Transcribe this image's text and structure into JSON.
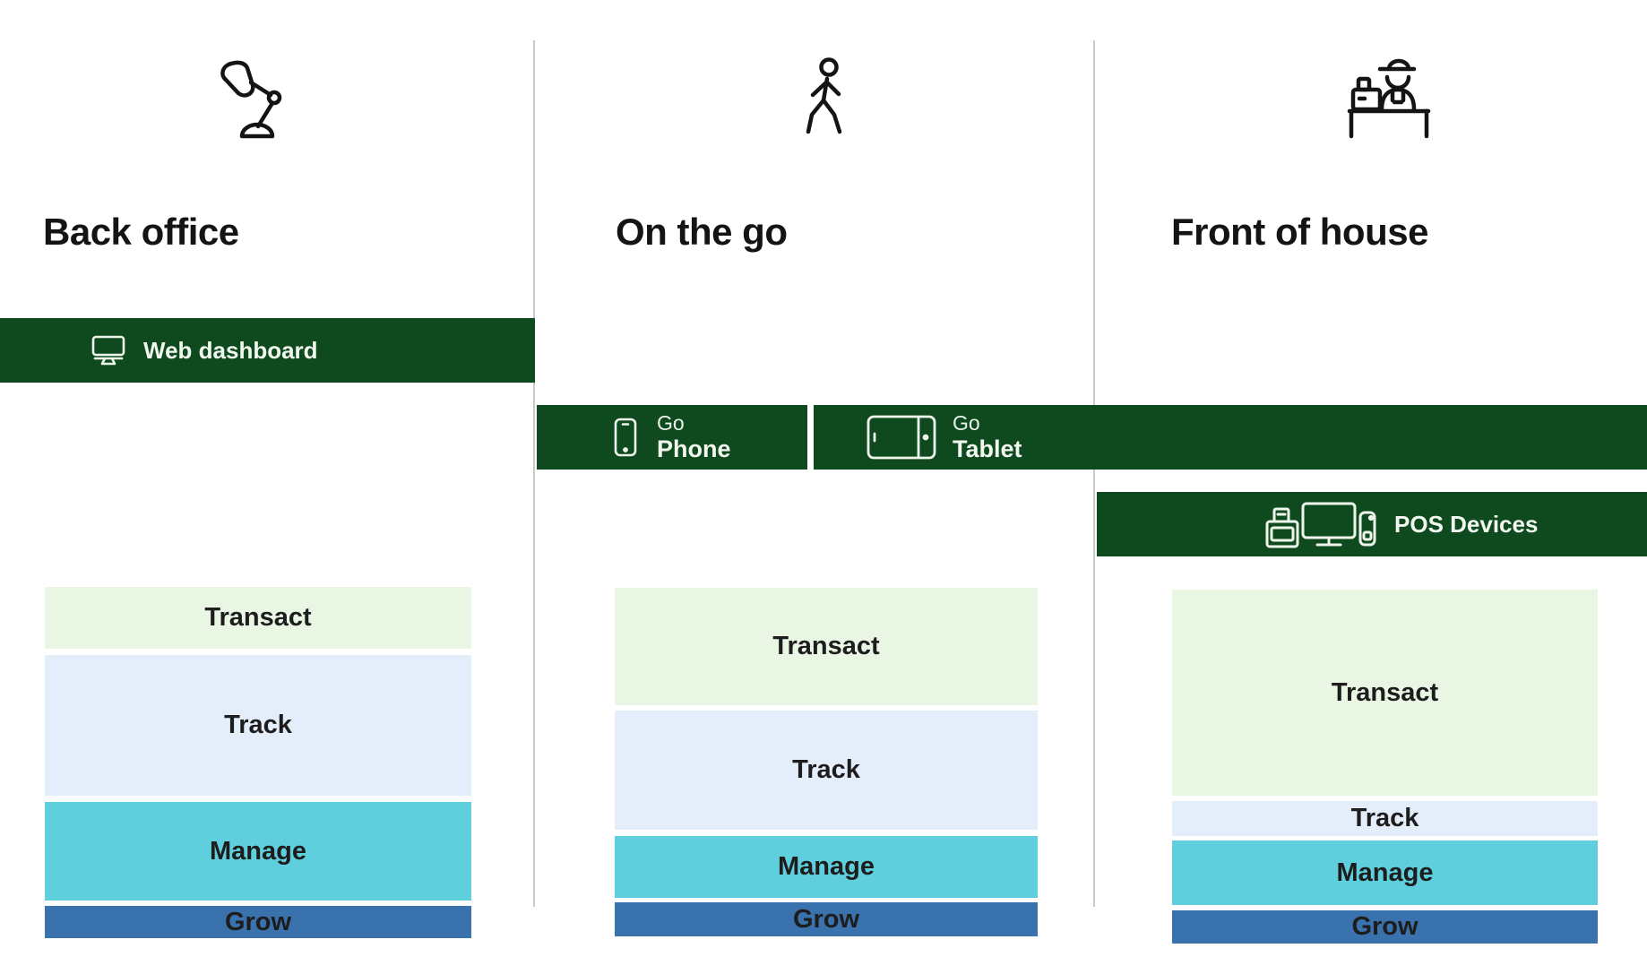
{
  "colors": {
    "accent_green": "#0E4A1E",
    "layer_transact": "#EAF6E4",
    "layer_track": "#E4EEFA",
    "layer_manage": "#5FCEDD",
    "layer_grow": "#3A72AD",
    "divider": "#C9C9C9",
    "bar_text": "#F2F8F0",
    "title_text": "#141414"
  },
  "columns": [
    {
      "title": "Back office",
      "icon": "desk-lamp-icon",
      "devices": [
        {
          "label": "Web dashboard",
          "icon": "monitor-icon"
        }
      ],
      "layers": [
        {
          "label": "Transact"
        },
        {
          "label": "Track"
        },
        {
          "label": "Manage"
        },
        {
          "label": "Grow"
        }
      ]
    },
    {
      "title": "On the go",
      "icon": "walking-person-icon",
      "devices": [
        {
          "prefix": "Go",
          "label": "Phone",
          "icon": "phone-icon"
        },
        {
          "prefix": "Go",
          "label": "Tablet",
          "icon": "tablet-icon"
        }
      ],
      "layers": [
        {
          "label": "Transact"
        },
        {
          "label": "Track"
        },
        {
          "label": "Manage"
        },
        {
          "label": "Grow"
        }
      ]
    },
    {
      "title": "Front of house",
      "icon": "counter-person-icon",
      "devices": [
        {
          "label": "POS Devices",
          "icon": "pos-devices-icon"
        }
      ],
      "layers": [
        {
          "label": "Transact"
        },
        {
          "label": "Track"
        },
        {
          "label": "Manage"
        },
        {
          "label": "Grow"
        }
      ]
    }
  ]
}
